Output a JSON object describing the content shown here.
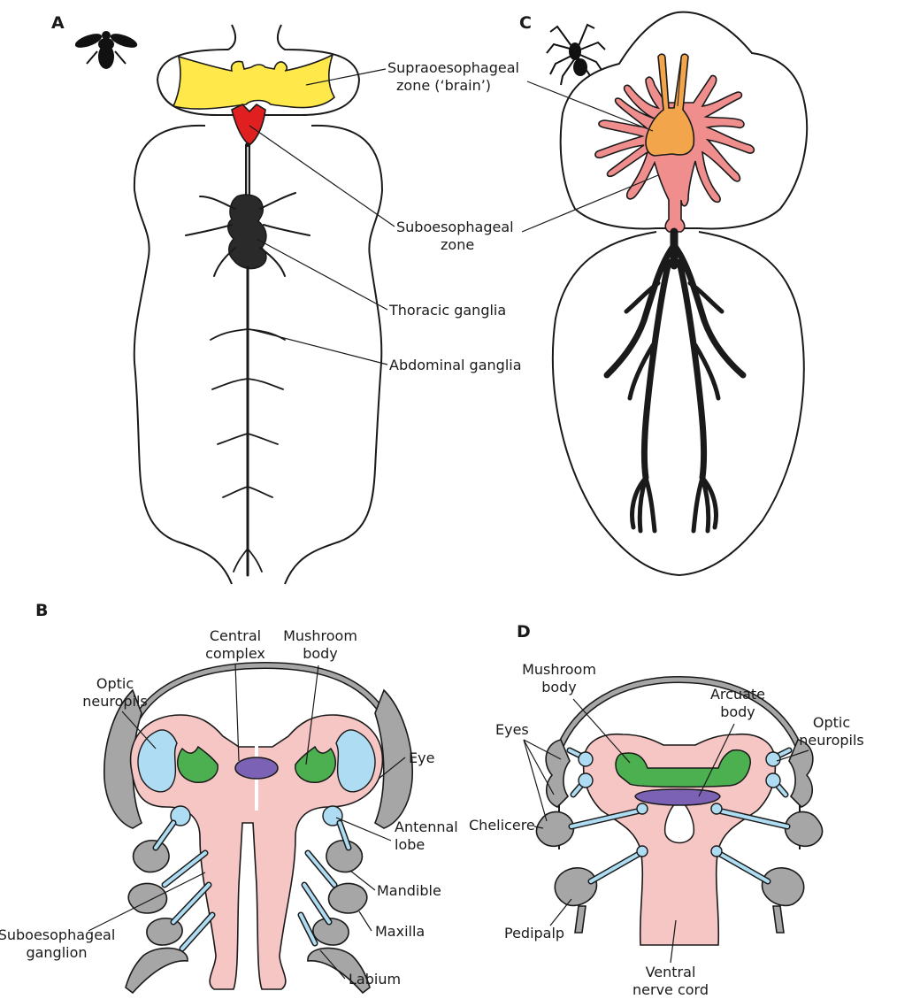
{
  "panels": {
    "a": {
      "letter": "A",
      "labels": {
        "supra_line1": "Supraoesophageal",
        "supra_line2": "zone (‘brain’)",
        "sub_line1": "Suboesophageal",
        "sub_line2": "zone",
        "thoracic": "Thoracic ganglia",
        "abdominal": "Abdominal ganglia"
      }
    },
    "b": {
      "letter": "B",
      "labels": {
        "central_line1": "Central",
        "central_line2": "complex",
        "mushroom_line1": "Mushroom",
        "mushroom_line2": "body",
        "optic_line1": "Optic",
        "optic_line2": "neuropils",
        "eye": "Eye",
        "antennal_line1": "Antennal",
        "antennal_line2": "lobe",
        "mandible": "Mandible",
        "maxilla": "Maxilla",
        "labium": "Labium",
        "subgang_line1": "Suboesophageal",
        "subgang_line2": "ganglion"
      }
    },
    "c": {
      "letter": "C"
    },
    "d": {
      "letter": "D",
      "labels": {
        "mushroom_line1": "Mushroom",
        "mushroom_line2": "body",
        "arcuate_line1": "Arcuate",
        "arcuate_line2": "body",
        "eyes": "Eyes",
        "optic_line1": "Optic",
        "optic_line2": "neuropils",
        "chelicere": "Chelicere",
        "pedipalp": "Pedipalp",
        "ventral_line1": "Ventral",
        "ventral_line2": "nerve cord"
      }
    }
  },
  "colors": {
    "supraoesophageal": "#ffe94a",
    "suboesophageal": "#e02020",
    "thoracic": "#2a2a2a",
    "spider_brain": "#f2a54a",
    "spider_cns": "#f08e8e",
    "tissue": "#f5c6c4",
    "neuropil": "#aedcf2",
    "mushroom": "#4caf50",
    "central": "#7b62b5",
    "cuticle": "#a6a6a6"
  },
  "icons": [
    "bee-silhouette-icon",
    "spider-silhouette-icon"
  ]
}
